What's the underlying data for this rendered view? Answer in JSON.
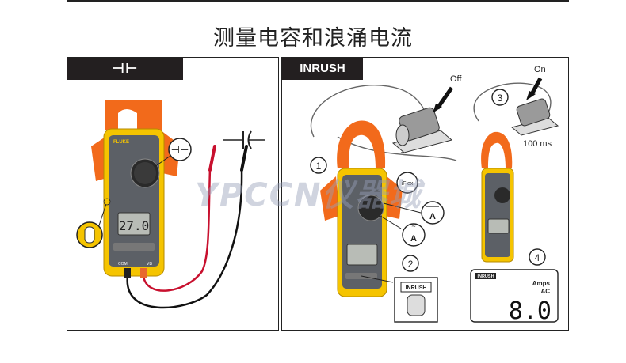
{
  "page": {
    "title": "测量电容和浪涌电流"
  },
  "left_panel": {
    "header_symbol": "⊣⊢",
    "function_label": "⊣⊢",
    "display_value": "27.0",
    "brand": "FLUKE",
    "jack_labels": [
      "COM",
      "VΩ"
    ]
  },
  "right_panel": {
    "header": "INRUSH",
    "switch_off": "Off",
    "switch_on": "On",
    "time_label": "100 ms",
    "steps": [
      "1",
      "2",
      "3",
      "4"
    ],
    "iflex_label": "iFlex",
    "dc_amps_symbol": "A",
    "ac_amps_symbol": "A",
    "inrush_button": "INRUSH",
    "display": {
      "mode": "INRUSH",
      "unit": "Amps",
      "ac": "AC",
      "value": "8.0"
    }
  },
  "watermark": "YPCCN仪器城",
  "colors": {
    "fluke_yellow": "#f5c400",
    "orange": "#f26a1b",
    "red_lead": "#c8102e",
    "black_lead": "#222222",
    "header_bg": "#231f20"
  }
}
